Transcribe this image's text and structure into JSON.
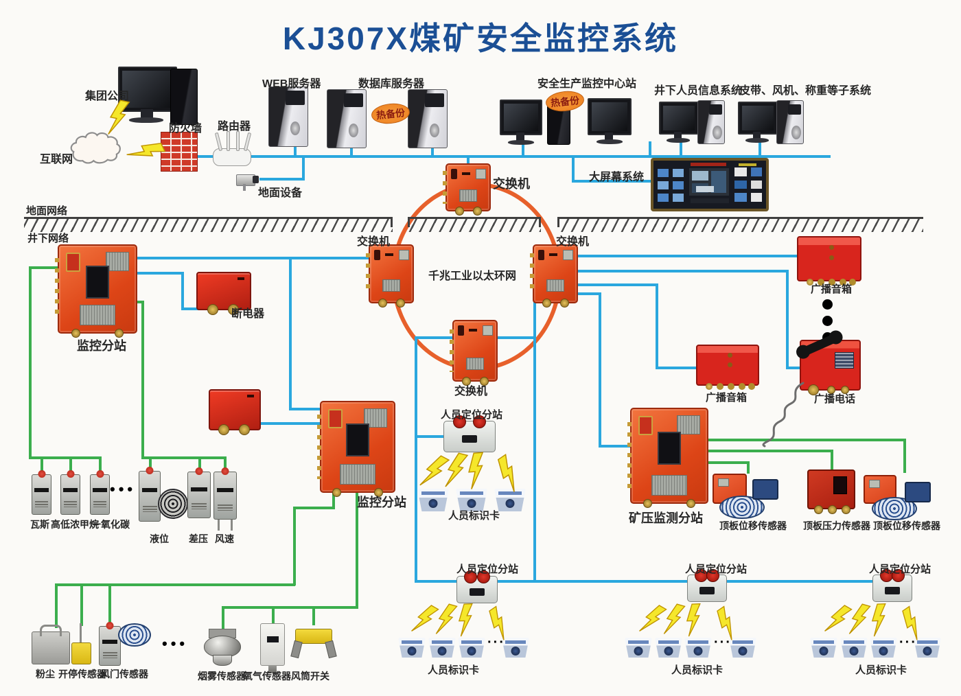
{
  "title": "KJ307X煤矿安全监控系统",
  "zones": {
    "surface": "地面网络",
    "underground": "井下网络"
  },
  "ring_label": "千兆工业以太环网",
  "colors": {
    "title_blue": "#1b4f95",
    "cable_blue": "#2aa7de",
    "cable_green": "#3bae4d",
    "ring_orange": "#e7602b",
    "device_red": "#dd4517",
    "dark_red": "#c4281c",
    "hot_backup_orange": "#ee7f1e",
    "lightning_yellow": "#f5e72b"
  },
  "nodes": {
    "group_company": "集团公司",
    "internet": "互联网",
    "firewall": "防火墙",
    "router": "路由器",
    "web_server": "WEB服务器",
    "db_server": "数据库服务器",
    "hot_backup": "热备份",
    "center_station": "安全生产监控中心站",
    "personnel_info": "井下人员信息系统",
    "subsystems": "皮带、风机、称重等子系统",
    "surface_device": "地面设备",
    "big_screen": "大屏幕系统",
    "switch": "交换机",
    "monitor_substation": "监控分站",
    "breaker": "断电器",
    "gas": "瓦斯",
    "methane": "高低浓甲烷",
    "co": "一氧化碳",
    "liquid_level": "液位",
    "diff_pressure": "差压",
    "wind_speed": "风速",
    "positioning_substation": "人员定位分站",
    "id_card": "人员标识卡",
    "pressure_substation": "矿压监测分站",
    "roof_displacement": "顶板位移传感器",
    "roof_pressure": "顶板压力传感器",
    "dust": "粉尘",
    "onoff_sensor": "开停传感器",
    "damper_sensor": "风门传感器",
    "smoke_sensor": "烟雾传感器",
    "oxygen_sensor": "氧气传感器",
    "duct_switch": "风筒开关",
    "speaker": "广播音箱",
    "phone": "广播电话",
    "dots_h": "•••",
    "dots_small": "···"
  }
}
